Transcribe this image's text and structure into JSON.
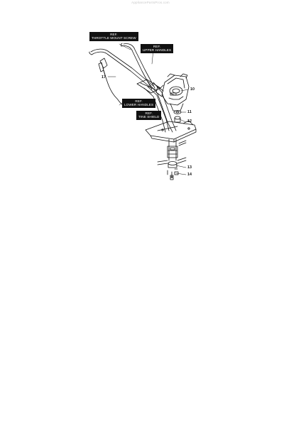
{
  "watermark": "AppliancePartsPros.com",
  "callouts": {
    "throttle": {
      "line1": "REF.",
      "line2": "THROTTLE MOUNT SCREW"
    },
    "upper": {
      "line1": "REF.",
      "line2": "UPPER HANDLES"
    },
    "lower": {
      "line1": "REF.",
      "line2": "LOWER HANDLES"
    },
    "tine": {
      "line1": "REF.",
      "line2": "TINE SHIELD"
    }
  },
  "part_numbers": {
    "p10": "10",
    "p11": "11",
    "p12": "12",
    "p13": "13",
    "p14": "14",
    "p17": "17"
  }
}
